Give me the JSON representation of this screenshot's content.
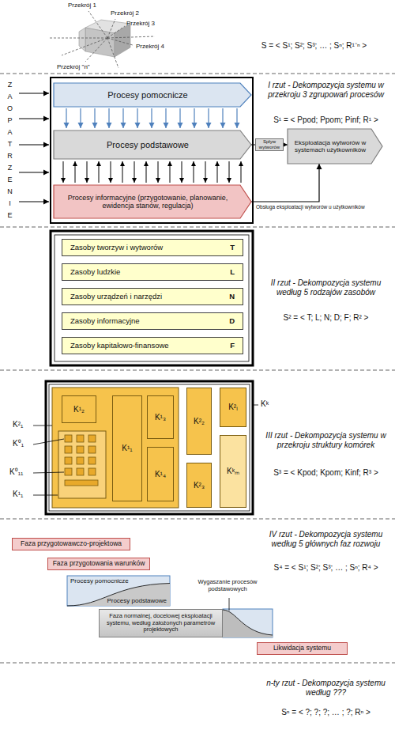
{
  "diagram": {
    "nodes": [
      {
        "text": [
          "Procesy pomocnicze"
        ]
      },
      {
        "text": [
          "Procesy podstawowe"
        ]
      },
      {
        "text": [
          "Eksploatacja wytworów w systemach użytkowników"
        ]
      },
      {
        "text": [
          "Procesy informacyjne (przygotowanie, planowanie, ewidencja stanów, regulacja)"
        ]
      },
      {
        "text": [
          "Zasoby tworzyw i wytworów",
          "T"
        ]
      },
      {
        "text": [
          "Zasoby ludzkie",
          "L"
        ]
      },
      {
        "text": [
          "Zasoby urządzeń i narzędzi",
          "N"
        ]
      },
      {
        "text": [
          "Zasoby informacyjne",
          "D"
        ]
      },
      {
        "text": [
          "Zasoby kapitałowo-finansowe",
          "F"
        ]
      },
      {
        "text": [
          "K¹₂"
        ]
      },
      {
        "text": [
          "K¹₁"
        ]
      },
      {
        "text": [
          "K¹₃"
        ]
      },
      {
        "text": [
          "K²₂"
        ]
      },
      {
        "text": [
          "K²ᵢ"
        ]
      },
      {
        "text": [
          "K¹₄"
        ]
      },
      {
        "text": [
          "K²₃"
        ]
      },
      {
        "text": [
          "Kᵏₘ"
        ]
      },
      {
        "text": [
          "Faza przygotowawczo-projektowa"
        ]
      },
      {
        "text": [
          "Faza przygotowania warunków"
        ]
      },
      {
        "text": [
          "Procesy pomocnicze",
          "Procesy podstawowe"
        ]
      },
      {
        "text": [
          "Faza normalnej, docelowej eksploatacji systemu, według założonych parametrów projektowych"
        ]
      },
      {
        "text": [
          "Likwidacja systemu"
        ]
      }
    ],
    "edges": [
      {
        "from": 1,
        "to": 2,
        "label": "Spływ wytworów",
        "arrow": "to"
      },
      {
        "from": 3,
        "to": 2,
        "label": "Obsługa eksploatacji wytworów u użytkowników",
        "arrow": "to"
      }
    ],
    "labels": [
      "Przekrój 1",
      "Przekrój 2",
      "Przekrój 3",
      "Przekrój 4",
      "Przekrój \"n\"",
      "S = < S¹; S²; S³; … ; Sⁿ; R¹⁻ⁿ >",
      "Z A O P A T R Z E N I E",
      "I rzut - Dekompozycja systemu w przekroju 3 zgrupowań procesów",
      "S¹ = < Ppod; Ppom; Pinf; R¹ >",
      "II rzut - Dekompozycja systemu według 5 rodzajów zasobów",
      "S² = < T; L; N; D; F; R² >",
      "K²₁",
      "K⁰₁",
      "K⁰₁₁",
      "K¹₁",
      "Kᵏ",
      "III rzut - Dekompozycja systemu w przekroju struktury komórek",
      "S³ = < Kpod; Kpom; Kinf; R³ >",
      "Wygaszanie procesów podstawowych",
      "IV rzut - Dekompozycja systemu według 5 głównych faz rozwoju",
      "S⁴ = < S¹; S²; S³; … ; Sⁿ; R⁴ >",
      "n-ty rzut - Dekompozycja systemu według ???",
      "Sⁿ = < ?; ?; ?; … ; ?; Rⁿ >"
    ]
  }
}
